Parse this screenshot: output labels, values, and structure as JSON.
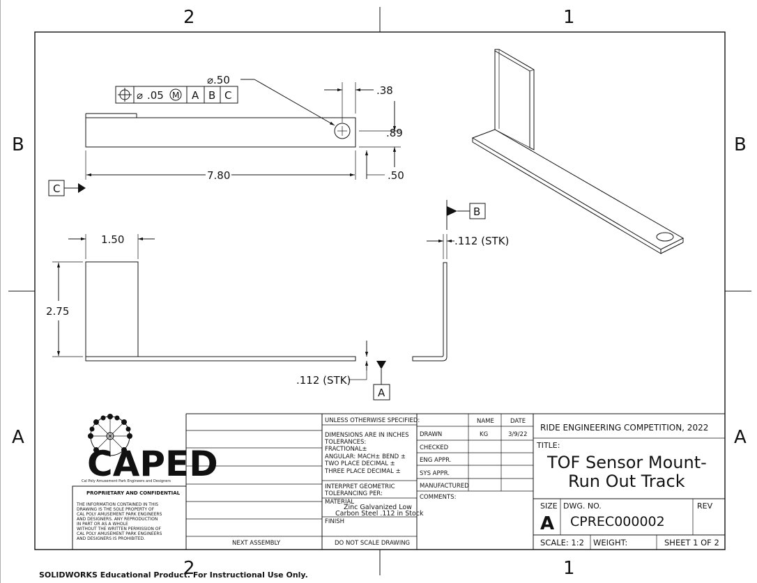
{
  "zones": {
    "top_left": "2",
    "top_right": "1",
    "bottom_left": "2",
    "bottom_right": "1",
    "left_upper": "B",
    "left_lower": "A",
    "right_upper": "B",
    "right_lower": "A"
  },
  "feature_control_frame": {
    "diameter_symbol": "⌀",
    "tolerance": ".05",
    "modifier": "M",
    "datum_1": "A",
    "datum_2": "B",
    "datum_3": "C"
  },
  "dimensions": {
    "hole_diameter": "⌀.50",
    "hole_edge_offset": ".38",
    "hole_height": ".89",
    "overall_length": "7.80",
    "bottom_offset": ".50",
    "width": "1.50",
    "height": "2.75",
    "thickness_front": ".112 (STK)",
    "thickness_side": ".112 (STK)"
  },
  "datums": {
    "a": "A",
    "b": "B",
    "c": "C"
  },
  "title_block": {
    "tolerance_header": "UNLESS OTHERWISE SPECIFIED:",
    "tolerance_lines": [
      "DIMENSIONS ARE IN INCHES",
      "TOLERANCES:",
      "FRACTIONAL±",
      "ANGULAR: MACH±    BEND ±",
      "TWO PLACE DECIMAL    ±",
      "THREE PLACE DECIMAL  ±"
    ],
    "interpret_lines": [
      "INTERPRET GEOMETRIC",
      "TOLERANCING PER:"
    ],
    "material_label": "MATERIAL",
    "material_value_1": "Zinc Galvanized Low",
    "material_value_2": "Carbon Steel .112 in Stock",
    "finish_label": "FINISH",
    "next_assembly": "NEXT ASSEMBLY",
    "do_not_scale": "DO NOT SCALE DRAWING",
    "col_name": "NAME",
    "col_date": "DATE",
    "rows": [
      {
        "label": "DRAWN",
        "name": "KG",
        "date": "3/9/22"
      },
      {
        "label": "CHECKED",
        "name": "",
        "date": ""
      },
      {
        "label": "ENG APPR.",
        "name": "",
        "date": ""
      },
      {
        "label": "SYS APPR.",
        "name": "",
        "date": ""
      },
      {
        "label": "MANUFACTURED",
        "name": "",
        "date": ""
      }
    ],
    "comments": "COMMENTS:",
    "company": "RIDE ENGINEERING COMPETITION, 2022",
    "title_label": "TITLE:",
    "title_line_1": "TOF Sensor Mount-",
    "title_line_2": "Run Out Track",
    "size_label": "SIZE",
    "size_value": "A",
    "dwg_label": "DWG.  NO.",
    "dwg_value": "CPREC000002",
    "rev_label": "REV",
    "scale": "SCALE: 1:2",
    "weight": "WEIGHT:",
    "sheet": "SHEET 1 OF 2"
  },
  "logo": {
    "name": "CAPED",
    "tagline": "Cal Poly Amusement Park Engineers and Designers",
    "icon": "ferris-wheel-icon"
  },
  "confidential": {
    "header": "PROPRIETARY AND CONFIDENTIAL",
    "lines": [
      "THE INFORMATION CONTAINED IN THIS",
      "DRAWING IS THE SOLE PROPERTY OF",
      "CAL POLY AMUSEMENT PARK ENGINEERS",
      "AND DESIGNERS.  ANY REPRODUCTION",
      "IN PART OR AS A WHOLE",
      "WITHOUT THE WRITTEN PERMISSION OF",
      "CAL POLY AMUSEMENT PARK ENGINEERS",
      "AND DESIGNERS IS PROHIBITED."
    ]
  },
  "footer": "SOLIDWORKS Educational Product. For Instructional Use Only."
}
